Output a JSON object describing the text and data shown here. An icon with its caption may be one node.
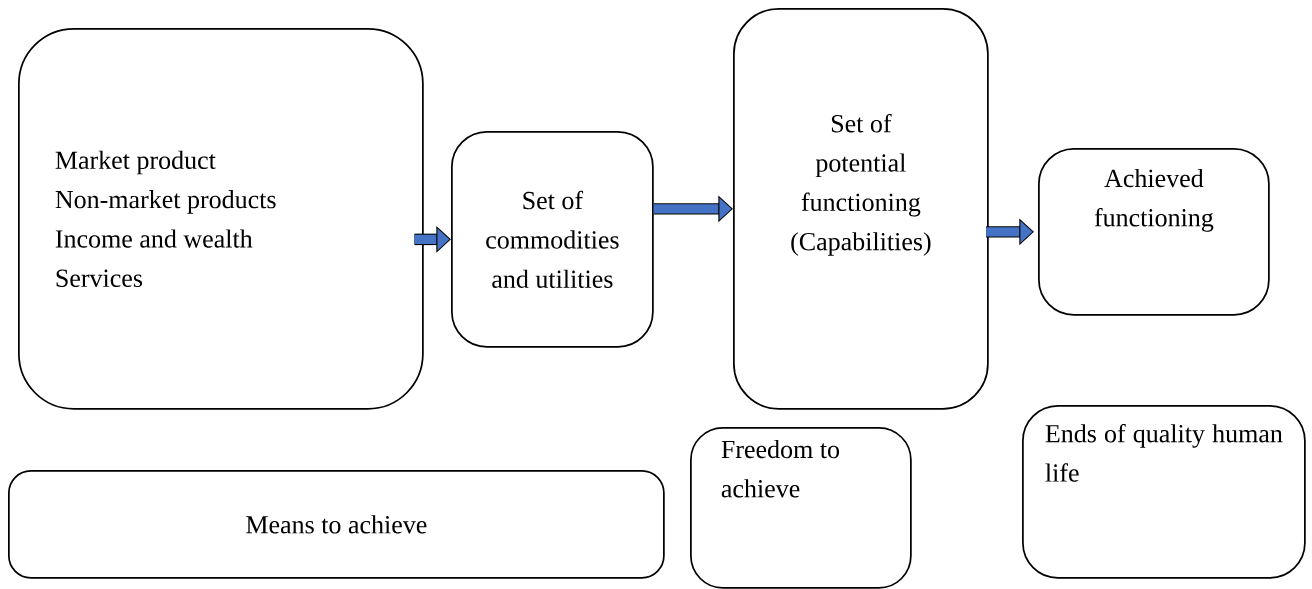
{
  "diagram": {
    "nodes": [
      {
        "text": [
          "Market product",
          "Non-market products",
          "Income and wealth",
          "Services"
        ]
      },
      {
        "text": [
          "Set of commodities and utilities"
        ]
      },
      {
        "text": [
          "Set of potential functioning (Capabilities)"
        ]
      },
      {
        "text": [
          "Achieved functioning"
        ]
      },
      {
        "text": [
          "Means to achieve"
        ]
      },
      {
        "text": [
          "Freedom to achieve"
        ]
      },
      {
        "text": [
          "Ends of quality human life"
        ]
      }
    ],
    "edges": [
      {
        "from": 0,
        "to": 1,
        "arrow": "to"
      },
      {
        "from": 1,
        "to": 2,
        "arrow": "to"
      },
      {
        "from": 2,
        "to": 3,
        "arrow": "to"
      }
    ]
  }
}
